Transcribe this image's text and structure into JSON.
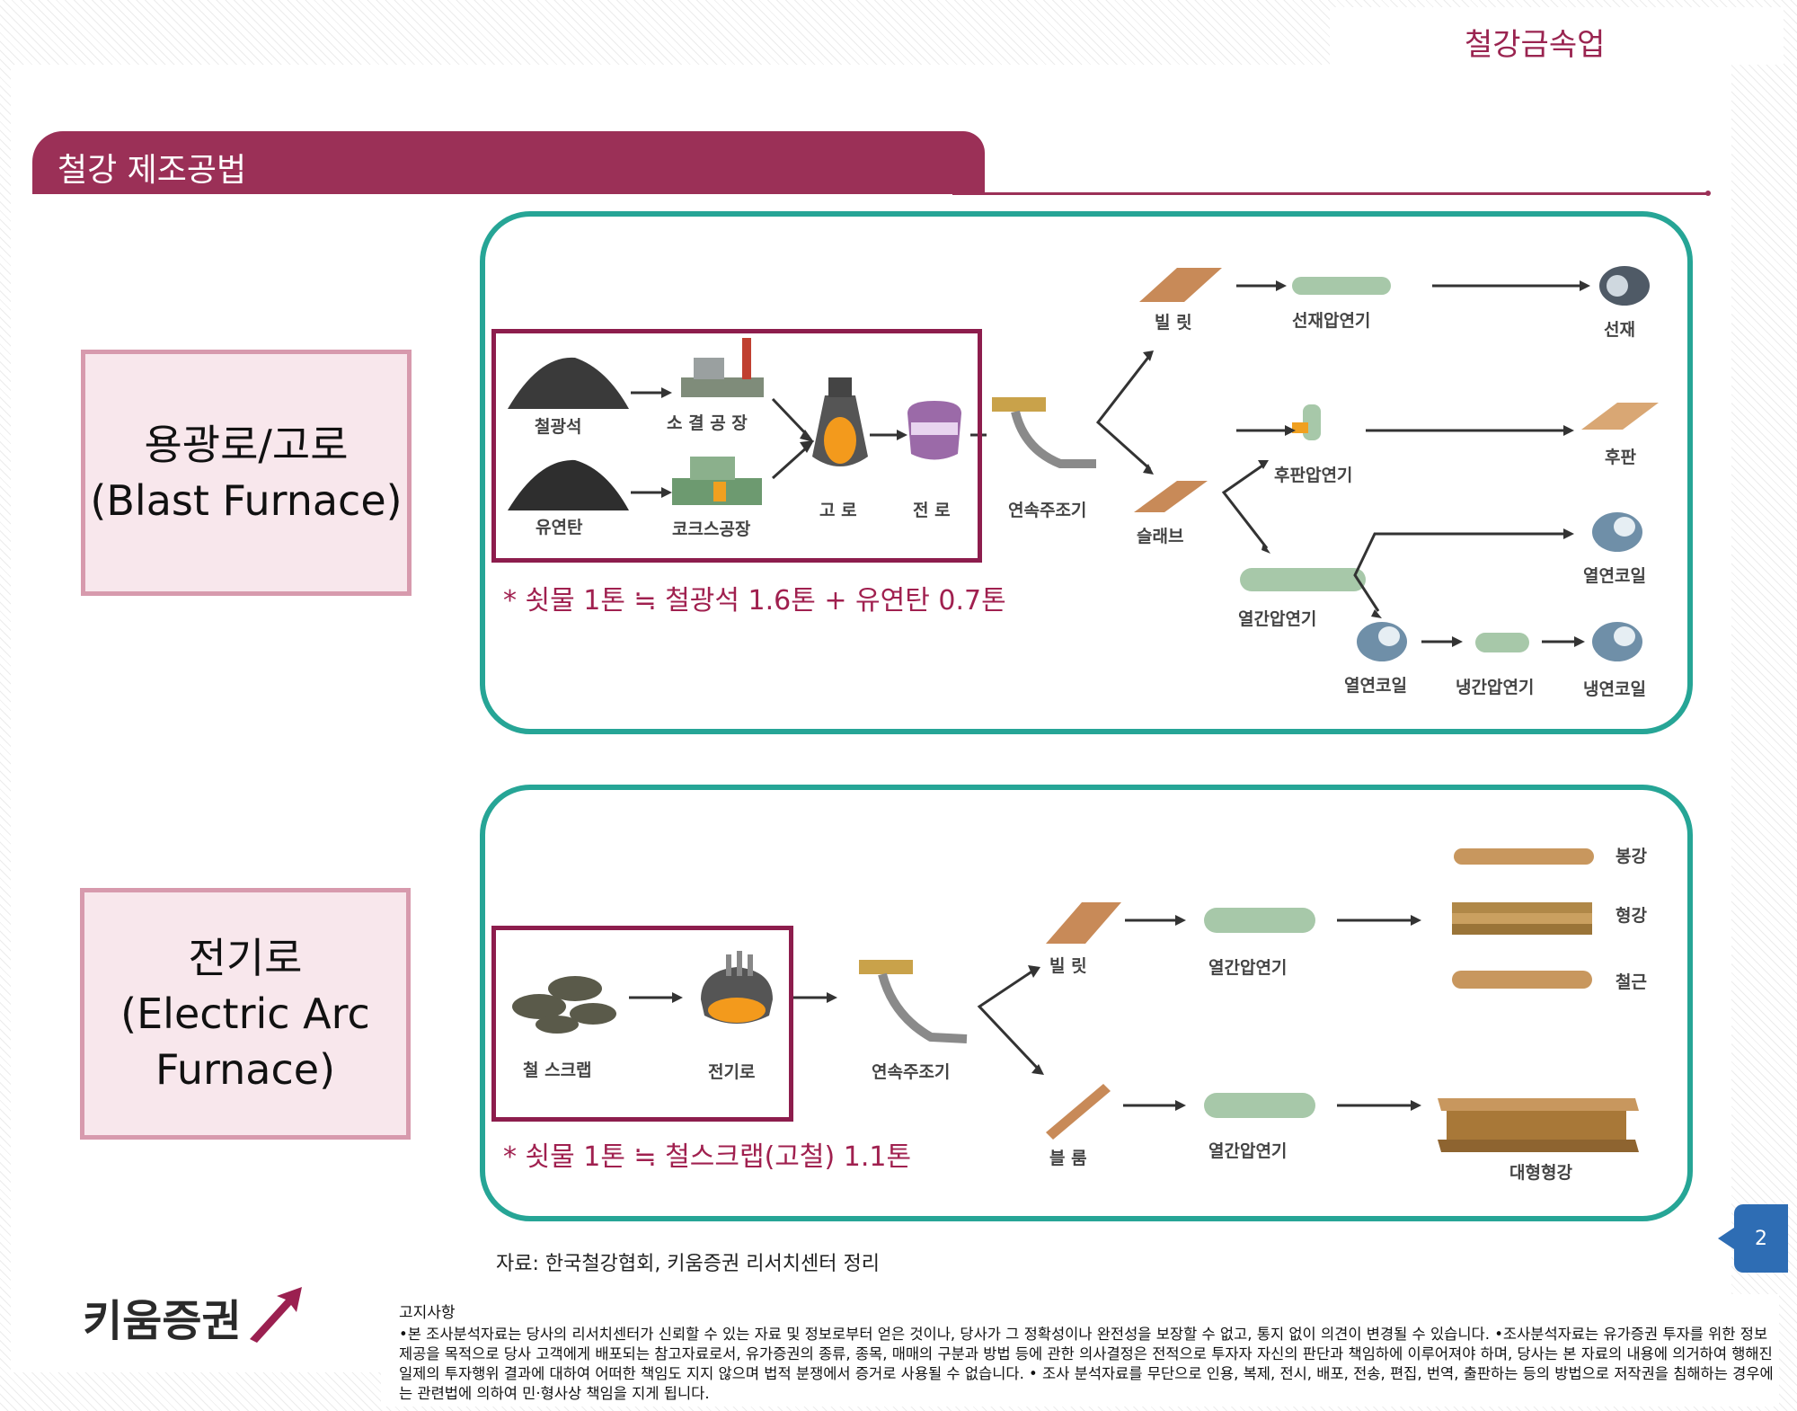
{
  "header": {
    "industry": "철강금속업"
  },
  "section": {
    "title": "철강 제조공법"
  },
  "blast_furnace": {
    "label_line1": "용광로/고로",
    "label_line2": "(Blast Furnace)",
    "nodes": {
      "iron_ore": "철광석",
      "sinter_plant": "소 결 공 장",
      "coal": "유연탄",
      "coke_plant": "코크스공장",
      "blast_furnace": "고 로",
      "converter": "전 로",
      "continuous_caster": "연속주조기",
      "billet": "빌 릿",
      "wire_rod_mill": "선재압연기",
      "wire_rod": "선재",
      "slab": "슬래브",
      "plate_mill": "후판압연기",
      "plate": "후판",
      "hot_strip_mill": "열간압연기",
      "hot_coil_1": "열연코일",
      "hot_coil_2": "열연코일",
      "cold_mill": "냉간압연기",
      "cold_coil": "냉연코일"
    },
    "note": "* 쇳물 1톤 ≒ 철광석 1.6톤 + 유연탄 0.7톤"
  },
  "electric_arc": {
    "label_line1": "전기로",
    "label_line2": "(Electric Arc",
    "label_line3": "Furnace)",
    "nodes": {
      "scrap": "철 스크랩",
      "eaf": "전기로",
      "continuous_caster": "연속주조기",
      "billet": "빌 릿",
      "hot_mill_1": "열간압연기",
      "bar": "봉강",
      "section_steel": "형강",
      "rebar": "철근",
      "bloom": "블 룸",
      "hot_mill_2": "열간압연기",
      "large_section": "대형형강"
    },
    "note": "* 쇳물 1톤 ≒ 철스크랩(고철) 1.1톤"
  },
  "source": "자료: 한국철강협회, 키움증권 리서치센터 정리",
  "page_number": "2",
  "footer": {
    "logo": "키움증권",
    "disclaimer_title": "고지사항",
    "disclaimer_text": "•본 조사분석자료는 당사의 리서치센터가 신뢰할 수 있는 자료 및 정보로부터 얻은 것이나, 당사가 그 정확성이나 완전성을 보장할 수 없고, 통지 없이 의견이 변경될 수 있습니다. •조사분석자료는 유가증권 투자를 위한 정보제공을 목적으로 당사 고객에게 배포되는 참고자료로서, 유가증권의 종류, 종목, 매매의 구분과 방법 등에 관한 의사결정은 전적으로 투자자 자신의 판단과 책임하에 이루어져야 하며, 당사는 본 자료의 내용에 의거하여 행해진 일제의 투자행위 결과에 대하여 어떠한 책임도 지지 않으며 법적 분쟁에서 증거로 사용될 수 없습니다. • 조사 분석자료를 무단으로 인용, 복제, 전시, 배포, 전송, 편집, 번역, 출판하는 등의 방법으로 저작권을 침해하는 경우에는 관련법에 의하여 민·형사상 책임을 지게 됩니다."
  }
}
